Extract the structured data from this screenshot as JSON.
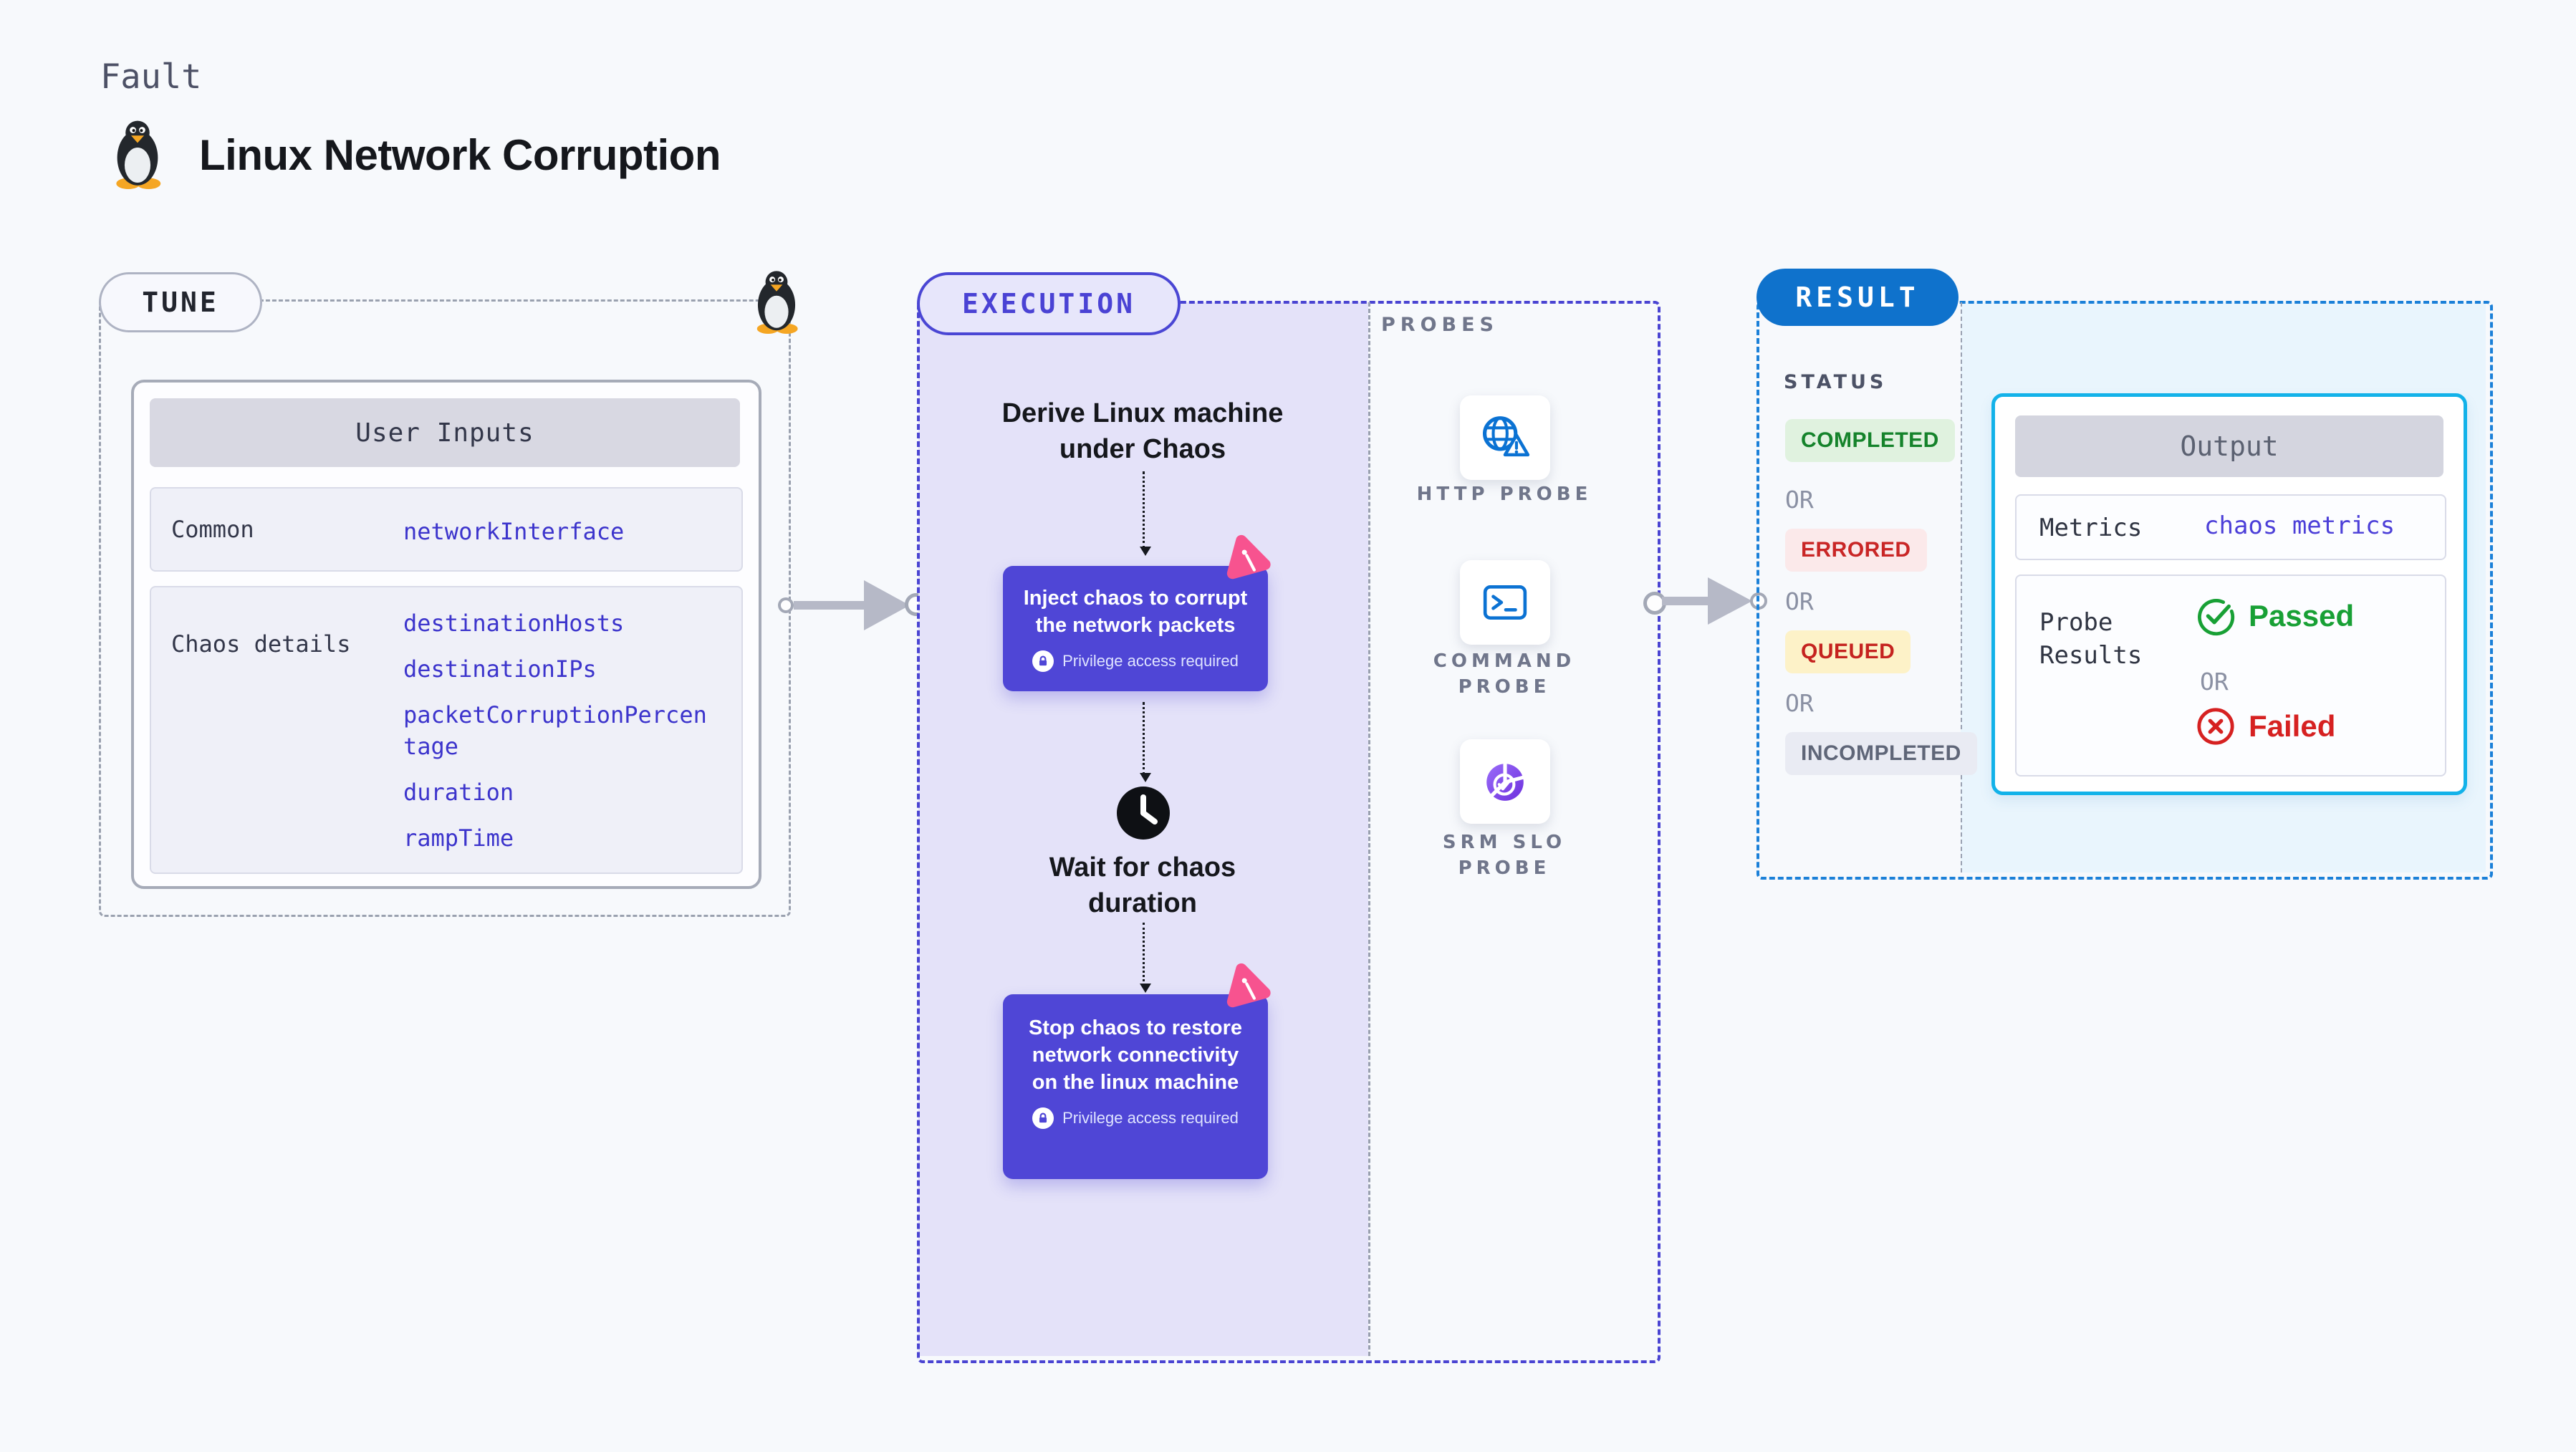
{
  "header": {
    "kicker": "Fault",
    "title": "Linux Network Corruption"
  },
  "tune": {
    "badge": "TUNE",
    "table": {
      "title": "User Inputs",
      "row1_label": "Common",
      "row1_value": "networkInterface",
      "row2_label": "Chaos details",
      "row2_values": [
        "destinationHosts",
        "destinationIPs",
        "packetCorruptionPercentage",
        "duration",
        "rampTime"
      ]
    }
  },
  "execution": {
    "badge": "EXECUTION",
    "derive": "Derive Linux machine under Chaos",
    "inject": "Inject chaos to corrupt the network packets",
    "privilege": "Privilege access required",
    "wait": "Wait for chaos duration",
    "stop": "Stop chaos to restore network connectivity on the linux machine",
    "probes": {
      "title": "PROBES",
      "items": [
        {
          "label": "HTTP PROBE",
          "icon": "globe-alert-icon"
        },
        {
          "label": "COMMAND PROBE",
          "icon": "terminal-icon"
        },
        {
          "label": "SRM SLO PROBE",
          "icon": "slo-pie-icon"
        }
      ]
    }
  },
  "result": {
    "badge": "RESULT",
    "status": {
      "title": "STATUS",
      "separator": "OR",
      "items": [
        {
          "label": "COMPLETED",
          "kind": "success"
        },
        {
          "label": "ERRORED",
          "kind": "error"
        },
        {
          "label": "QUEUED",
          "kind": "warning"
        },
        {
          "label": "INCOMPLETED",
          "kind": "muted"
        }
      ]
    },
    "output": {
      "title": "Output",
      "metrics_label": "Metrics",
      "metrics_value": "chaos metrics",
      "probe_label": "Probe Results",
      "passed": "Passed",
      "separator": "OR",
      "failed": "Failed"
    }
  },
  "colors": {
    "accent_indigo": "#4a44d2",
    "node_indigo": "#4f46d6",
    "accent_blue": "#1b80d8",
    "result_badge_blue": "#0f72cc",
    "output_border": "#13b2e9",
    "chaos_pink": "#f7538f",
    "probe_blue": "#0b72d3",
    "slo_purple": "#8b5cf6",
    "passed_green": "#18a035",
    "failed_red": "#d62121"
  }
}
